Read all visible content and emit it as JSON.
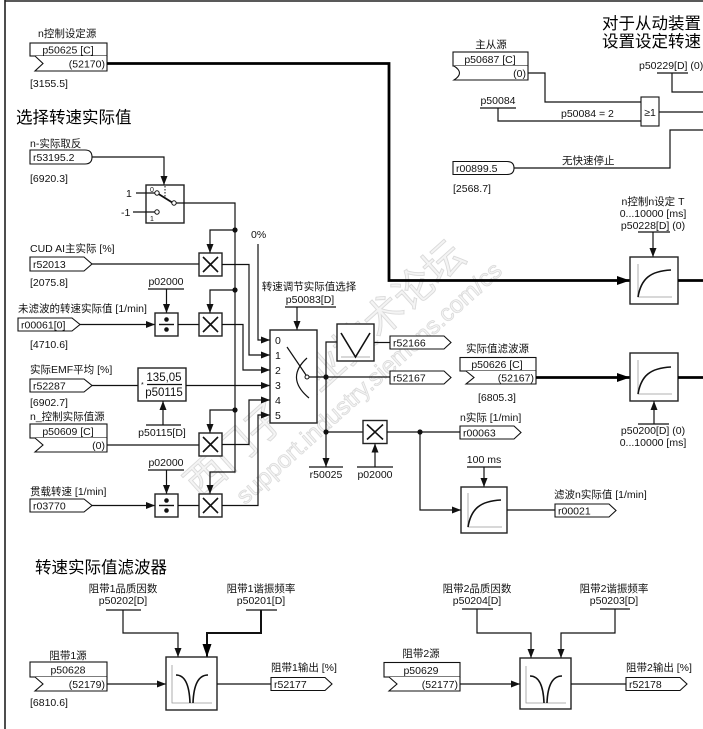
{
  "watermark": {
    "text_cn": "西门子工业技术论坛",
    "text_url": "support.industry.siemens.com/cs"
  },
  "setpoint_source": {
    "label": "n控制设定源",
    "param": "p50625 [C]",
    "value": "(52170)",
    "ref": "[3155.5]"
  },
  "slave_setpoint": {
    "title_line1": "对于从动装置",
    "title_line2": "设置设定转速",
    "master_slave_label": "主从源",
    "master_slave_param": "p50687 [C]",
    "master_slave_value": "(0)",
    "p50084_label": "p50084",
    "p50084_condition": "p50084 = 2",
    "or_gate": "≥1",
    "p50229_label": "p50229[D] (0)",
    "quick_stop_label": "无快速停止",
    "quick_stop_param": "r00899.5",
    "quick_stop_ref": "[2568.7]"
  },
  "setpoint_filter": {
    "label_line1": "n控制n设定 T",
    "label_line2": "0...10000 [ms]",
    "label_line3": "p50228[D] (0)"
  },
  "select_section": {
    "title": "选择转速实际值"
  },
  "invert": {
    "label": "n-实际取反",
    "param": "r53195.2",
    "ref": "[6920.3]",
    "in_pos": "1",
    "in_neg": "-1",
    "pos_0": "0",
    "pos_1": "1"
  },
  "inputs": {
    "cud": {
      "label": "CUD AI主实际 [%]",
      "param": "r52013",
      "ref": "[2075.8]"
    },
    "unfiltered": {
      "label": "未滤波的转速实际值 [1/min]",
      "param": "r00061[0]",
      "ref": "[4710.6]"
    },
    "emf": {
      "label": "实际EMF平均 [%]",
      "param": "r52287",
      "ref": "[6902.7]"
    },
    "ctrl_source": {
      "label": "n_控制实际值源",
      "param": "p50609 [C]",
      "value": "(0)"
    },
    "load": {
      "label": "贯载转速 [1/min]",
      "param": "r03770"
    }
  },
  "normalize_param": "p02000",
  "emf_scaling": {
    "star": "*",
    "numerator": "135,05",
    "denominator": "p50115",
    "param": "p50115[D]"
  },
  "selector": {
    "label": "转速调节实际值选择",
    "param": "p50083[D]",
    "zero_input": "0%",
    "ports": [
      "0",
      "1",
      "2",
      "3",
      "4",
      "5"
    ]
  },
  "abs_output": "r52166",
  "selector_output": "r52167",
  "output_scaling": {
    "tap_param": "r50025",
    "multiplier_param": "p02000"
  },
  "actual_speed": {
    "label": "n实际 [1/min]",
    "param": "r00063"
  },
  "smoothing": {
    "time": "100 ms",
    "label": "滤波n实际值 [1/min]",
    "param": "r00021"
  },
  "filter_source": {
    "label": "实际值滤波源",
    "param": "p50626 [C]",
    "value": "(52167)",
    "ref": "[6805.3]"
  },
  "actual_filter": {
    "param": "p50200[D] (0)",
    "range": "0...10000 [ms]"
  },
  "filter_section": {
    "title": "转速实际值滤波器"
  },
  "notch1": {
    "quality_label": "阻带1品质因数",
    "quality_param": "p50202[D]",
    "freq_label": "阻带1谐振频率",
    "freq_param": "p50201[D]",
    "source_label": "阻带1源",
    "source_param": "p50628",
    "source_value": "(52179)",
    "source_ref": "[6810.6]",
    "output_label": "阻带1输出 [%]",
    "output_param": "r52177"
  },
  "notch2": {
    "quality_label": "阻带2品质因数",
    "quality_param": "p50204[D]",
    "freq_label": "阻带2谐振频率",
    "freq_param": "p50203[D]",
    "source_label": "阻带2源",
    "source_param": "p50629",
    "source_value": "(52177)",
    "output_label": "阻带2输出 [%]",
    "output_param": "r52178"
  }
}
